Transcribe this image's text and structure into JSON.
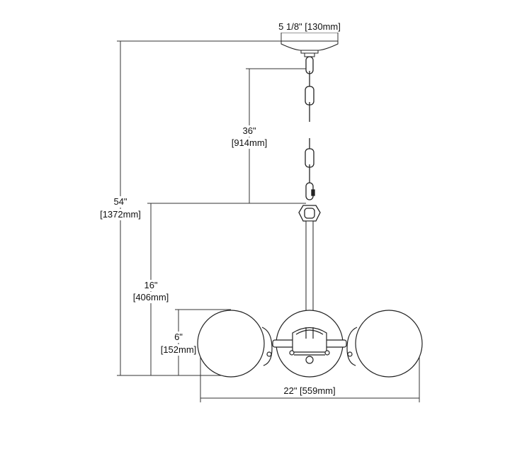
{
  "dimensions": {
    "canopy_width": "5 1/8\" [130mm]",
    "overall_height_in": "54\"",
    "overall_height_mm": "[1372mm]",
    "chain_length_in": "36\"",
    "chain_length_mm": "[914mm]",
    "fixture_height_in": "16\"",
    "fixture_height_mm": "[406mm]",
    "globe_height_in": "6\"",
    "globe_height_mm": "[152mm]",
    "overall_width": "22\" [559mm]"
  },
  "colors": {
    "line": "#222222",
    "background": "#ffffff"
  }
}
